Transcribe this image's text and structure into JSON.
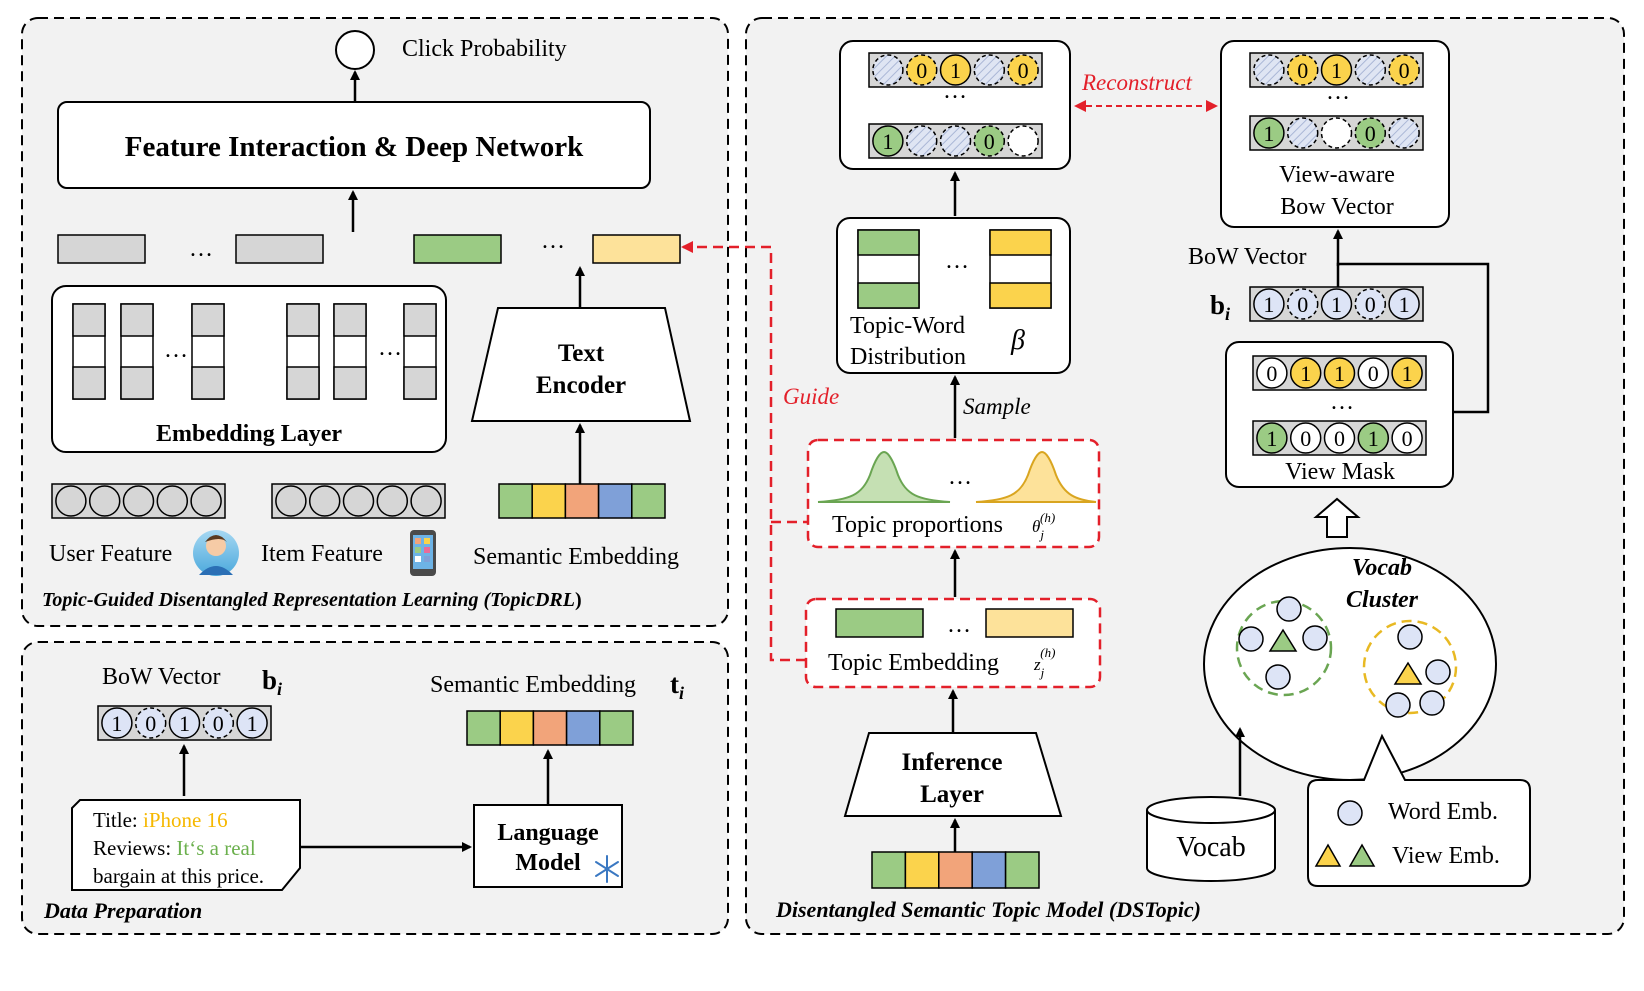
{
  "colors": {
    "panel_bg": "#f2f2f2",
    "gray_cell": "#d6d6d6",
    "green": "#9bcb84",
    "yellow": "#fbd34c",
    "light_yellow": "#fde29a",
    "orange": "#f2a47a",
    "blue": "#7fa0d8",
    "light_blue": "#dde4f6",
    "guide_red": "#e3202a",
    "title_yellow": "#f6b800",
    "review_green": "#6bb04d"
  },
  "panels": {
    "topicdrl": {
      "title_a": "Topic-Guided Disentangled Representation Learning (",
      "title_b": "TopicDRL",
      "title_c": ")",
      "click_probability": "Click Probability",
      "feature_net": "Feature Interaction & Deep Network",
      "embedding_layer": "Embedding Layer",
      "text_encoder_line1": "Text",
      "text_encoder_line2": "Encoder",
      "user_feature": "User Feature",
      "item_feature": "Item Feature",
      "semantic_embedding": "Semantic Embedding",
      "ellipsis": "…"
    },
    "data_prep": {
      "title": "Data Preparation",
      "bow_label": "BoW  Vector",
      "bow_symbol": "b",
      "bow_sub": "i",
      "sem_label": "Semantic Embedding",
      "sem_symbol": "t",
      "sem_sub": "i",
      "bow_values": [
        "1",
        "0",
        "1",
        "0",
        "1"
      ],
      "title_key": "Title: ",
      "title_value": "iPhone 16",
      "reviews_key": "Reviews: ",
      "reviews_value_1": "It‘s a real",
      "reviews_value_2": "bargain at this price.",
      "lm_line1": "Language",
      "lm_line2": "Model",
      "frozen_icon": "snowflake-icon"
    },
    "dstopic": {
      "title": "Disentangled Semantic Topic Model (DSTopic)",
      "reconstruct": "Reconstruct",
      "guide": "Guide",
      "sample": "Sample",
      "twd_line1": "Topic-Word",
      "twd_line2": "Distribution",
      "beta": "β",
      "topic_proportions": "Topic proportions",
      "theta": "θ",
      "theta_sub": "j",
      "theta_sup": "(h)",
      "topic_embedding": "Topic  Embedding",
      "z": "z",
      "z_sub": "j",
      "z_sup": "(h)",
      "inference_line1": "Inference",
      "inference_line2": "Layer",
      "recon_row1": [
        "",
        "0",
        "1",
        "",
        "0"
      ],
      "recon_row2": [
        "1",
        "",
        "",
        "0",
        ""
      ],
      "view_aware_line1": "View-aware",
      "view_aware_line2": "Bow Vector",
      "va_row1": [
        "",
        "0",
        "1",
        "",
        "0"
      ],
      "va_row2": [
        "1",
        "",
        "",
        "0",
        ""
      ],
      "bow_vector_label": "BoW  Vector",
      "bow_symbol": "b",
      "bow_sub": "i",
      "bow_values": [
        "1",
        "0",
        "1",
        "0",
        "1"
      ],
      "view_mask": "View Mask",
      "mask_row1": [
        "0",
        "1",
        "1",
        "0",
        "1"
      ],
      "mask_row2": [
        "1",
        "0",
        "0",
        "1",
        "0"
      ],
      "vocab_cluster_line1": "Vocab",
      "vocab_cluster_line2": "Cluster",
      "vocab": "Vocab",
      "legend_word_emb": "Word Emb.",
      "legend_view_emb": "View Emb.",
      "ellipsis": "…"
    }
  }
}
